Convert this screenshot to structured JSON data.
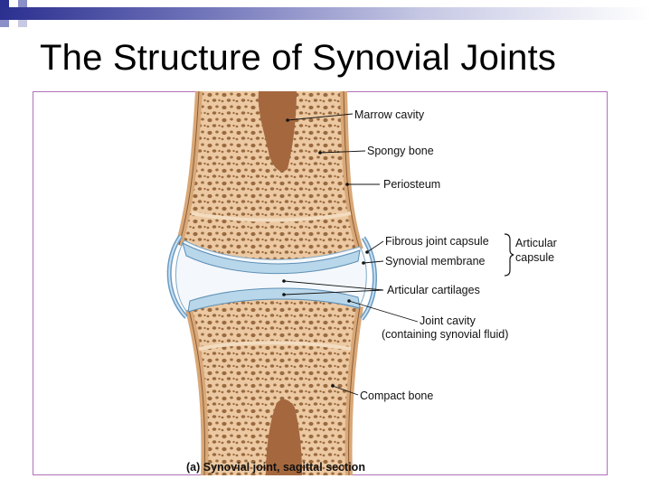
{
  "slide": {
    "title": "The Structure of Synovial Joints"
  },
  "diagram": {
    "caption": "(a) Synovial joint, sagittal section",
    "labels": {
      "marrow_cavity": "Marrow cavity",
      "spongy_bone": "Spongy bone",
      "periosteum": "Periosteum",
      "fibrous_joint_capsule": "Fibrous joint capsule",
      "synovial_membrane": "Synovial membrane",
      "articular_capsule_line1": "Articular",
      "articular_capsule_line2": "capsule",
      "articular_cartilages": "Articular cartilages",
      "joint_cavity": "Joint cavity",
      "joint_cavity_note": "(containing synovial fluid)",
      "compact_bone": "Compact bone"
    }
  },
  "colors": {
    "accent_bar_dark": "#2b2f8f",
    "frame_border": "#b070b8",
    "bone": "#ecc9a2",
    "bone_cortex": "#d9a878",
    "marrow": "#a5683e",
    "cartilage": "#b9d7ea",
    "joint_cavity": "#f4f8fc"
  }
}
